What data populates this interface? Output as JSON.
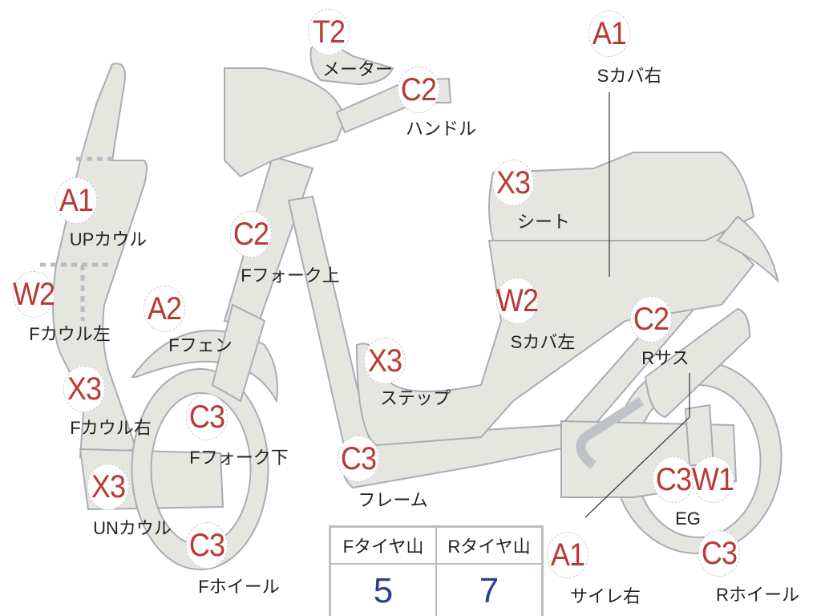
{
  "colors": {
    "grade": "#b83a36",
    "value": "#2a3f8f",
    "part_fill": "#e6e6e1",
    "part_stroke": "#a8adb5"
  },
  "parts": [
    {
      "grade": "T2",
      "label": "メーター"
    },
    {
      "grade": "C2",
      "label": "ハンドル"
    },
    {
      "grade": "A1",
      "label": "Sカバ右"
    },
    {
      "grade": "X3",
      "label": "シート"
    },
    {
      "grade": "A1",
      "label": "UPカウル"
    },
    {
      "grade": "C2",
      "label": "Fフォーク上"
    },
    {
      "grade": "W2",
      "label": "Fカウル左"
    },
    {
      "grade": "A2",
      "label": "Fフェン"
    },
    {
      "grade": "W2",
      "label": "Sカバ左"
    },
    {
      "grade": "C2",
      "label": "Rサス"
    },
    {
      "grade": "X3",
      "label": "ステップ"
    },
    {
      "grade": "X3",
      "label": "Fカウル右"
    },
    {
      "grade": "C3",
      "label": "Fフォーク下"
    },
    {
      "grade": "C3",
      "label": "フレーム"
    },
    {
      "grade": "X3",
      "label": "UNカウル"
    },
    {
      "grade": "C3",
      "label": "EG"
    },
    {
      "grade": "W1"
    },
    {
      "grade": "C3",
      "label": "Fホイール"
    },
    {
      "grade": "A1",
      "label": "サイレ右"
    },
    {
      "grade": "C3",
      "label": "Rホイール"
    }
  ],
  "tread": {
    "front_label": "Fタイヤ山",
    "rear_label": "Rタイヤ山",
    "front_value": "5",
    "rear_value": "7"
  }
}
